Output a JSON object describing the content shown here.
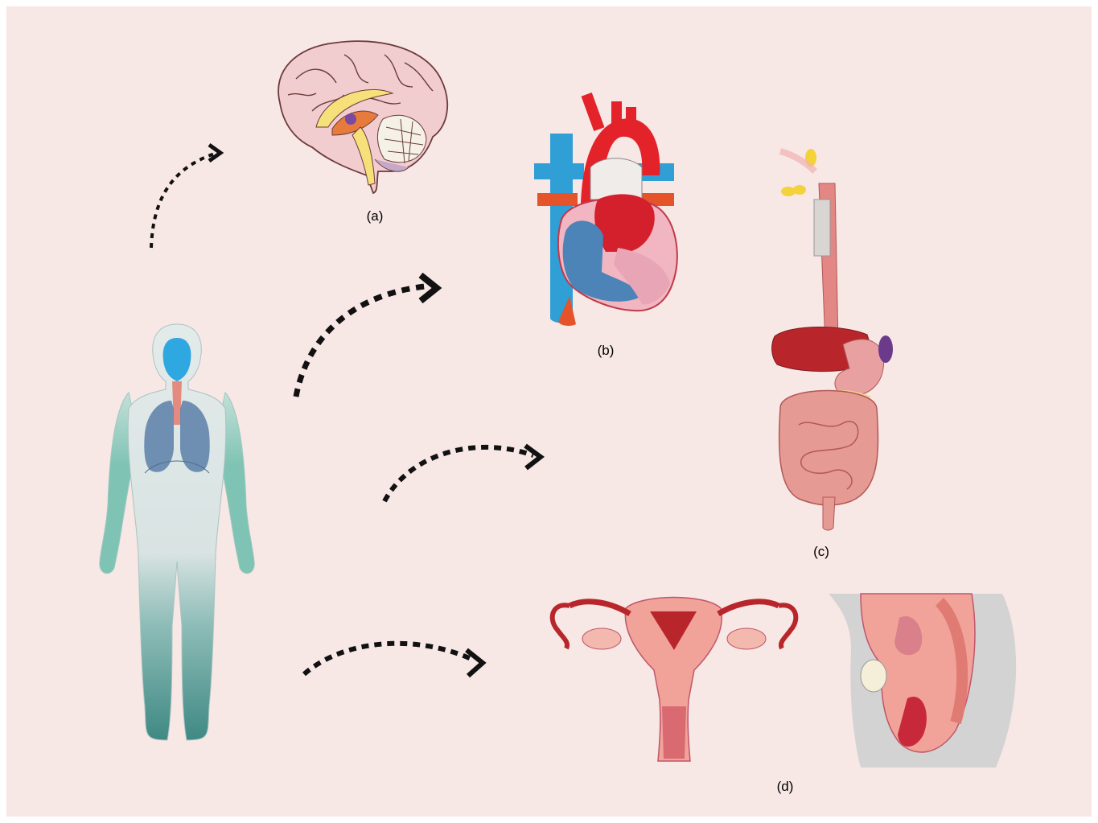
{
  "colors": {
    "background": "#f7e7e5",
    "arrow": "#111111",
    "body_light": "#dfe6e6",
    "body_teal": "#7fc3b4",
    "body_dark": "#3f8984",
    "brain_pink": "#f2cdcf",
    "artery_red": "#e4222a",
    "vein_blue": "#2f9fd6",
    "liver": "#b8262c",
    "intestine": "#e59a93",
    "uterus": "#f1a399"
  },
  "figures": [
    {
      "id": "body",
      "icon": "human-body-silhouette-icon"
    },
    {
      "id": "a",
      "icon": "brain-sagittal-icon",
      "label": "(a)"
    },
    {
      "id": "b",
      "icon": "heart-cross-section-icon",
      "label": "(b)"
    },
    {
      "id": "c",
      "icon": "digestive-system-icon",
      "label": "(c)"
    },
    {
      "id": "d",
      "icon": "female-reproductive-system-icon",
      "label": "(d)"
    }
  ]
}
